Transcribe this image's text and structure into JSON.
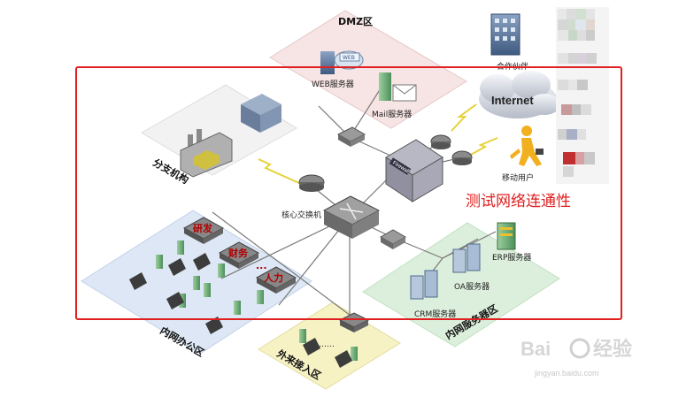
{
  "zones": {
    "dmz": "DMZ区",
    "branch": "分支机构",
    "office": "内网办公区",
    "external": "外来接入区",
    "server": "内网服务器区"
  },
  "nodes": {
    "web_badge": "WEB",
    "web_server": "WEB服务器",
    "mail_server": "Mail服务器",
    "internet": "Internet",
    "partner": "合作伙伴",
    "mobile_user": "移动用户",
    "core_switch": "核心交换机",
    "firewall": "Firewall",
    "erp_server": "ERP服务器",
    "oa_server": "OA服务器",
    "crm_server": "CRM服务器"
  },
  "departments": {
    "rd": "研发",
    "finance": "财务",
    "hr": "人力",
    "ellipsis": "..."
  },
  "external_ellipsis": "……",
  "callout": "测试网络连通性",
  "watermark": {
    "brand": "Bai",
    "brand2": "经验",
    "url": "jingyan.baidu.com"
  },
  "colors": {
    "highlight_box": "#e02020",
    "dmz_zone": "#f7e4e4",
    "office_zone": "#dde7f5",
    "server_zone": "#dcefdc",
    "external_zone": "#f7f2c4"
  }
}
